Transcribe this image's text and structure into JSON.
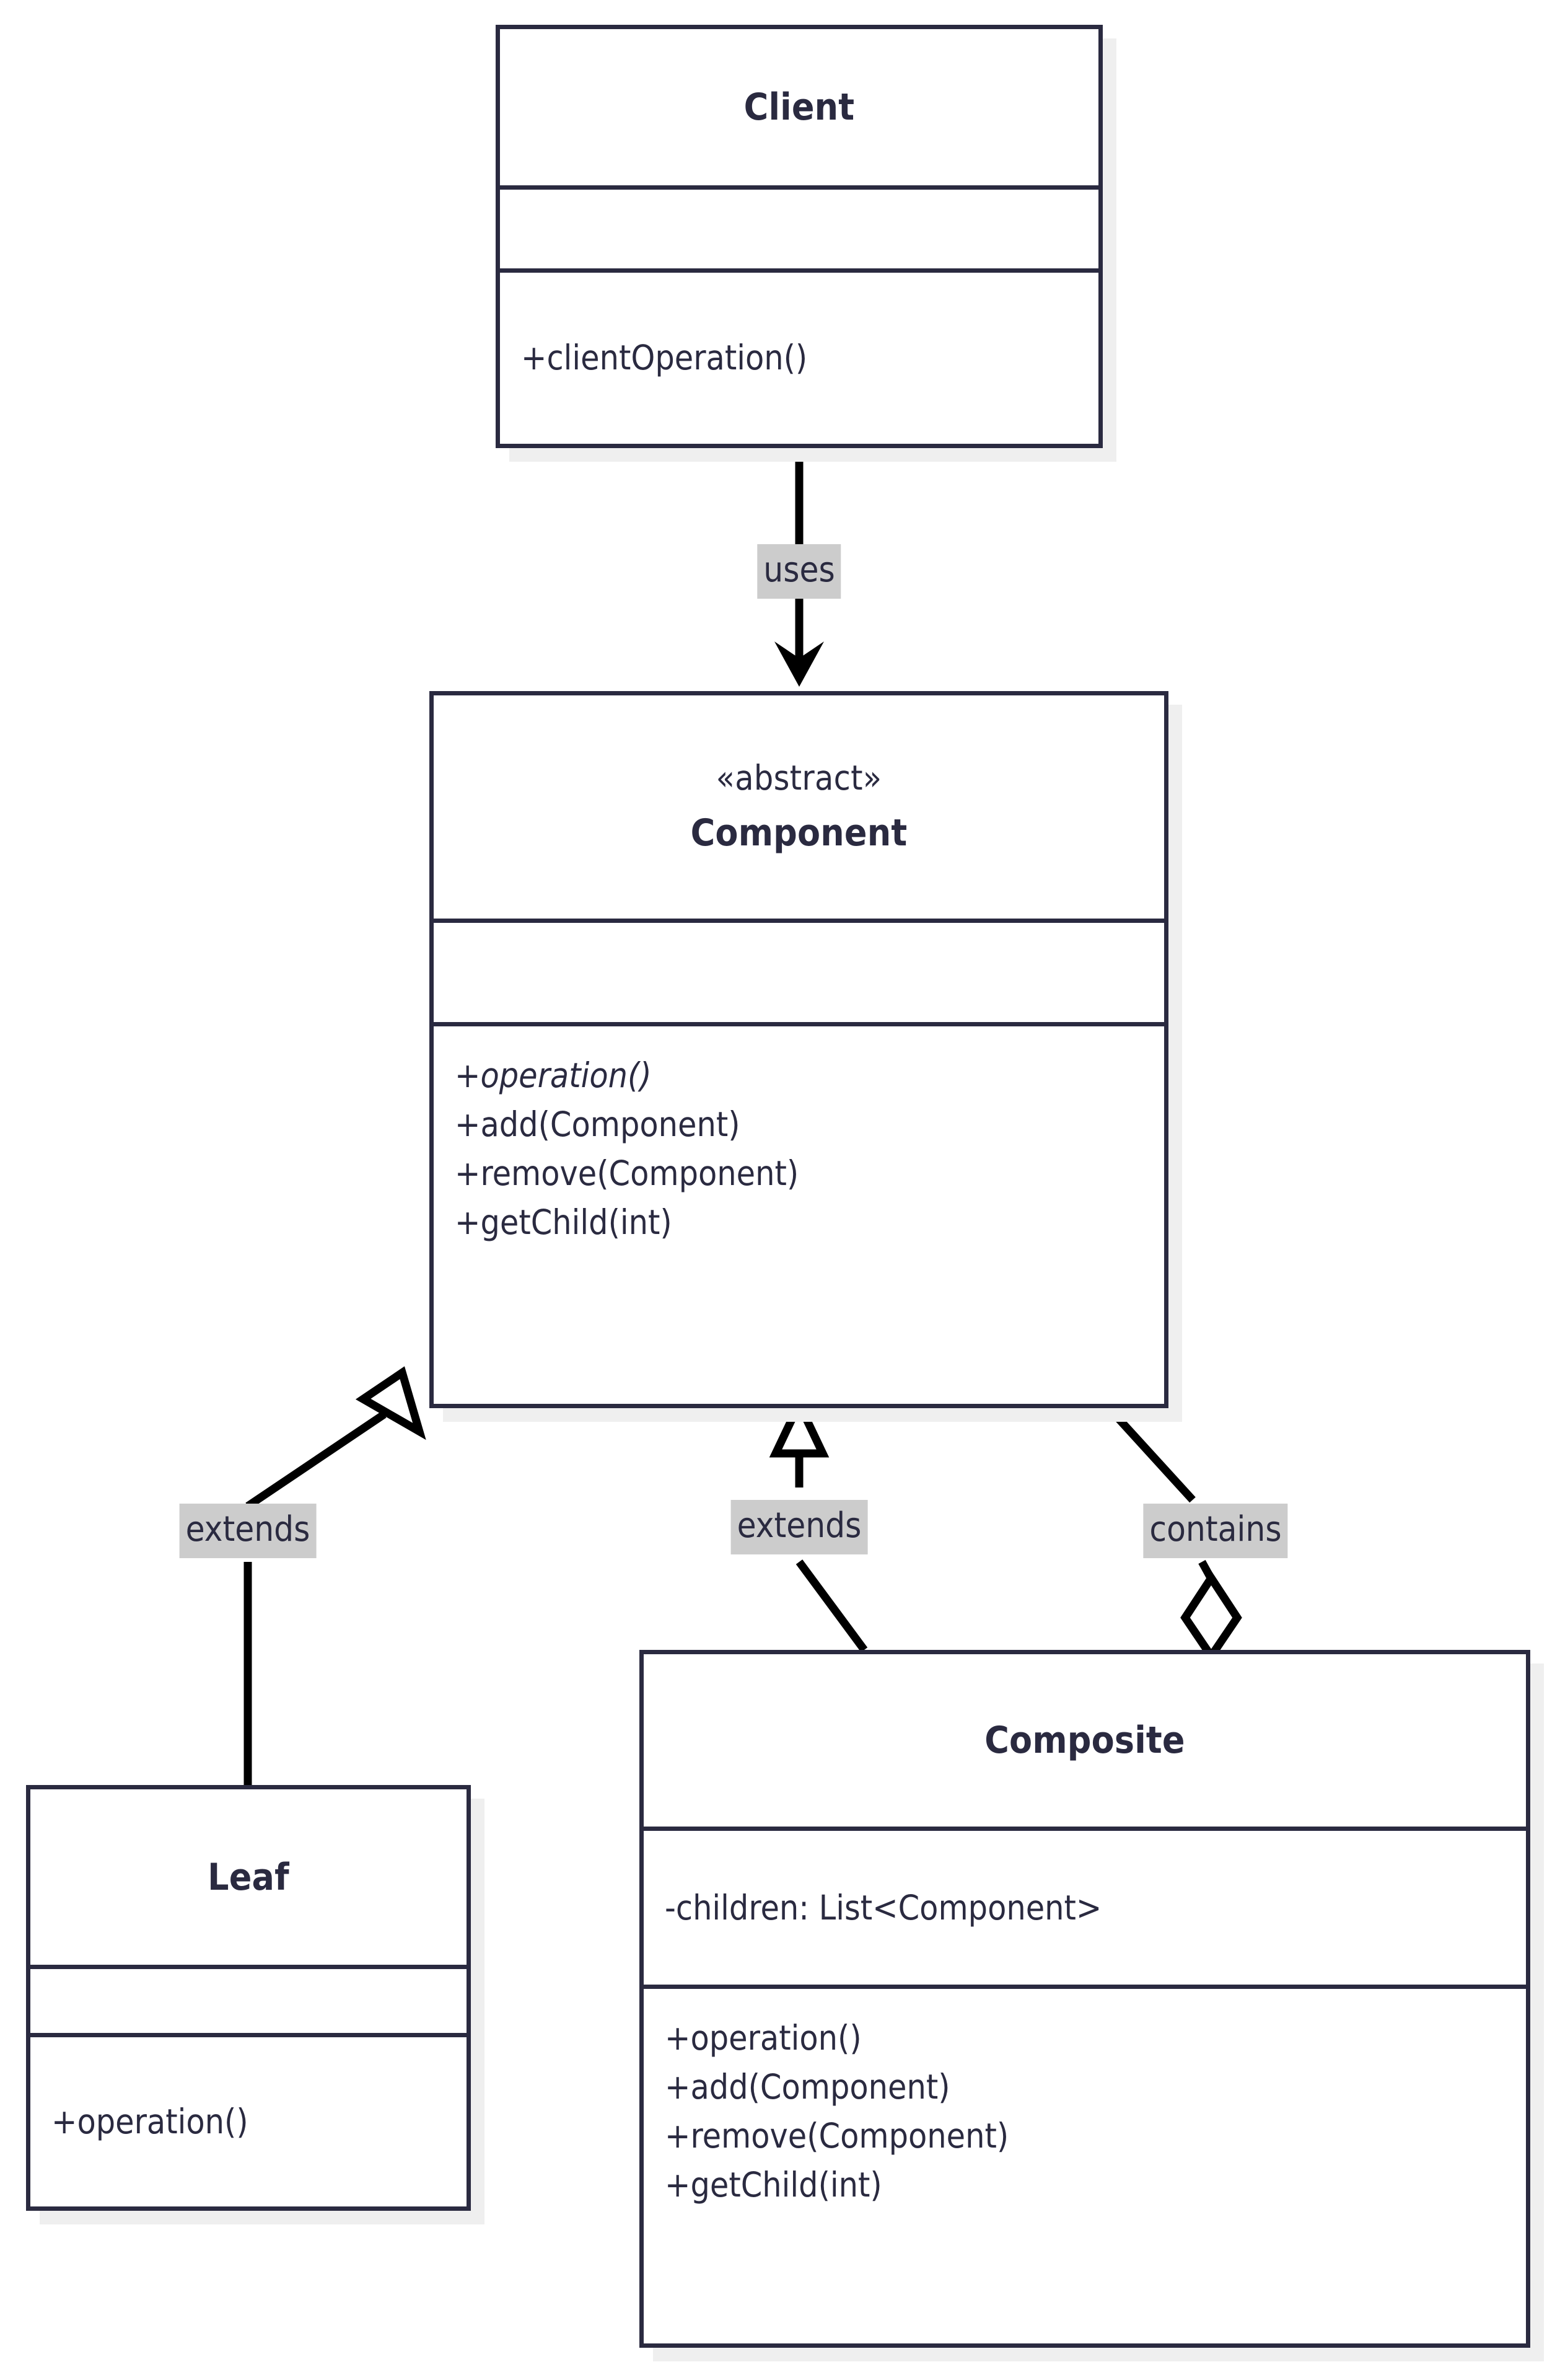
{
  "diagram": {
    "kind": "uml-class-diagram",
    "pattern": "Composite",
    "colors": {
      "box_border": "#2a2a40",
      "box_fill": "#ffffff",
      "text": "#2a2a40",
      "edge_line": "#000000",
      "label_chip_bg": "#cccccc",
      "shadow": "#efefef",
      "canvas": "#ffffff"
    }
  },
  "classes": {
    "client": {
      "name": "Client",
      "stereotype": "",
      "attributes": [],
      "methods": [
        "+clientOperation()"
      ]
    },
    "component": {
      "name": "Component",
      "stereotype": "«abstract»",
      "attributes": [],
      "methods": [
        "+operation()",
        "+add(Component)",
        "+remove(Component)",
        "+getChild(int)"
      ],
      "abstract_methods": [
        "+operation()"
      ]
    },
    "leaf": {
      "name": "Leaf",
      "stereotype": "",
      "attributes": [],
      "methods": [
        "+operation()"
      ]
    },
    "composite": {
      "name": "Composite",
      "stereotype": "",
      "attributes": [
        "-children: List<Component>"
      ],
      "methods": [
        "+operation()",
        "+add(Component)",
        "+remove(Component)",
        "+getChild(int)"
      ]
    }
  },
  "relationships": [
    {
      "id": "client-uses-component",
      "label": "uses",
      "from": "Client",
      "to": "Component",
      "arrow": "open-arrow"
    },
    {
      "id": "leaf-extends-component",
      "label": "extends",
      "from": "Leaf",
      "to": "Component",
      "arrow": "hollow-triangle"
    },
    {
      "id": "composite-extends-component",
      "label": "extends",
      "from": "Composite",
      "to": "Component",
      "arrow": "hollow-triangle"
    },
    {
      "id": "component-contains-composite",
      "label": "contains",
      "from": "Component",
      "to": "Composite",
      "arrow": "hollow-diamond"
    }
  ]
}
